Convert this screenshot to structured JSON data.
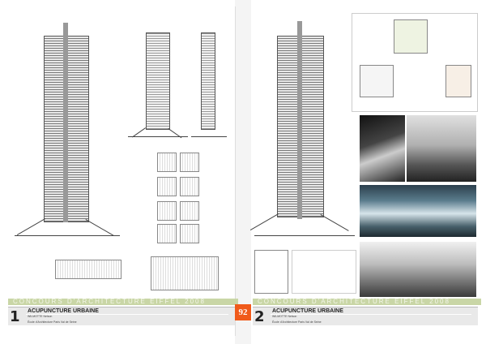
{
  "competition": "CONCOURS D'ARCHITECTURE EIFFEL 2008",
  "page_number": "92",
  "left": {
    "entry_number": "1",
    "project_title": "ACUPUNCTURE URBAINE",
    "author": "WILMOTTE Nelson",
    "school": "École d'Architecture Paris Val de Seine"
  },
  "right": {
    "entry_number": "2",
    "project_title": "ACUPUNCTURE URBAINE",
    "author": "WILMOTTE Nelson",
    "school": "École d'Architecture Paris Val de Seine"
  },
  "colors": {
    "banner": "#c9d6a6",
    "page_badge": "#f05a1a",
    "title_bar": "#e9e9e9"
  }
}
